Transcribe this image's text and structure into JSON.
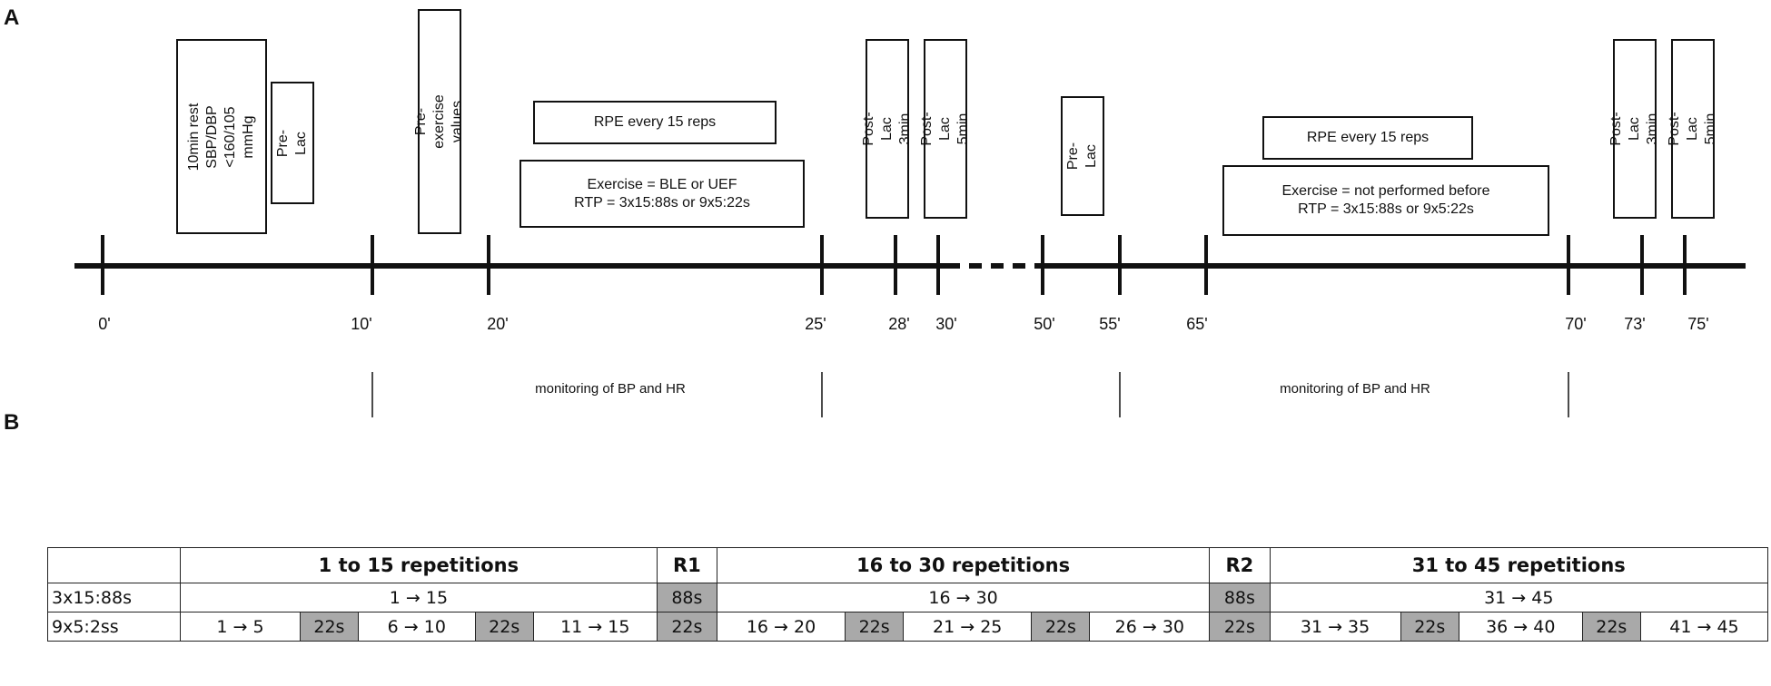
{
  "panel_a": {
    "letter": "A",
    "time_labels": [
      "0'",
      "10'",
      "20'",
      "25'",
      "28'",
      "30'",
      "50'",
      "55'",
      "65'",
      "70'",
      "73'",
      "75'"
    ],
    "boxes": {
      "rest": "10min rest\nSBP/DBP\n<160/105 mmHg",
      "pre_lac_1": "Pre-Lac",
      "pre_exercise": "Pre-exercise values",
      "rpe_1": "RPE every 15 reps",
      "exercise_1": "Exercise = BLE or UEF\nRTP = 3x15:88s or 9x5:22s",
      "post_lac_3_1": "Post-Lac 3min",
      "post_lac_5_1": "Post-Lac 5min",
      "pre_lac_2": "Pre-Lac",
      "rpe_2": "RPE every 15 reps",
      "exercise_2": "Exercise = not performed before\nRTP = 3x15:88s or 9x5:22s",
      "post_lac_3_2": "Post-Lac 3min",
      "post_lac_5_2": "Post-Lac 5min"
    },
    "monitoring_1": "monitoring of BP and HR",
    "monitoring_2": "monitoring of BP and HR"
  },
  "panel_b": {
    "letter": "B",
    "header": {
      "g1": "1 to 15 repetitions",
      "r1": "R1",
      "g2": "16 to 30 repetitions",
      "r2": "R2",
      "g3": "31 to 45 repetitions"
    },
    "row1": {
      "label": "3x15:88s",
      "c1": "1 → 15",
      "rest1": "88s",
      "c2": "16 → 30",
      "rest2": "88s",
      "c3": "31 → 45"
    },
    "row2": {
      "label": "9x5:2ss",
      "cells": [
        "1 → 5",
        "22s",
        "6 → 10",
        "22s",
        "11  → 15",
        "22s",
        "16  → 20",
        "22s",
        "21 → 25",
        "22s",
        "26  → 30",
        "22s",
        "31 → 35",
        "22s",
        "36 → 40",
        "22s",
        "41 → 45"
      ]
    }
  }
}
